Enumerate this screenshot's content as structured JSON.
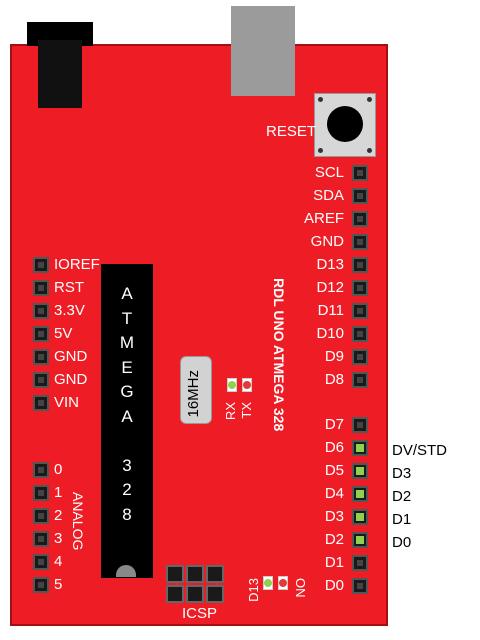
{
  "board": {
    "name": "RDL UNO ATMEGA 328",
    "reset_label": "RESET",
    "crystal_label": "16MHz",
    "rx_label": "RX",
    "tx_label": "TX",
    "d13_label": "D13",
    "on_label": "ON",
    "icsp_label": "ICSP",
    "analog_label": "ANALOG",
    "chip_letters": [
      "A",
      "T",
      "M",
      "E",
      "G",
      "A",
      "",
      "3",
      "2",
      "8"
    ],
    "colors": {
      "board": "#ee1c24",
      "header": "#1a1a1a",
      "led_green": "#8fd14f",
      "led_red": "#e53935"
    }
  },
  "right_upper_pins": [
    "SCL",
    "SDA",
    "AREF",
    "GND",
    "D13",
    "D12",
    "D11",
    "D10",
    "D9",
    "D8"
  ],
  "right_lower_pins": [
    "D7",
    "D6",
    "D5",
    "D4",
    "D3",
    "D2",
    "D1",
    "D0"
  ],
  "power_pins": [
    "IOREF",
    "RST",
    "3.3V",
    "5V",
    "GND",
    "GND",
    "VIN"
  ],
  "analog_pins": [
    "0",
    "1",
    "2",
    "3",
    "4",
    "5"
  ],
  "connections": {
    "D6": "DV/STD",
    "D5": "D3",
    "D4": "D2",
    "D3": "D1",
    "D2": "D0"
  }
}
